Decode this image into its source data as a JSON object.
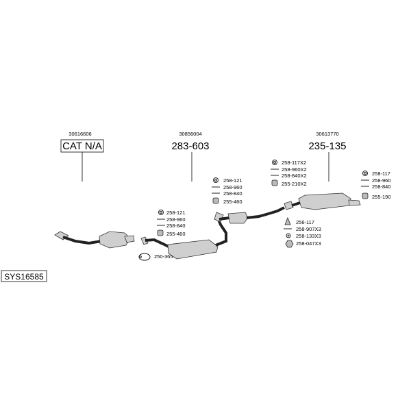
{
  "diagram": {
    "system_id": "SYS16585",
    "sections": [
      {
        "oe_number": "30616606",
        "part_number": "CAT N/A"
      },
      {
        "oe_number": "30856004",
        "part_number": "283-603"
      },
      {
        "oe_number": "30613770",
        "part_number": "235-135"
      }
    ],
    "hardware": {
      "group_a": [
        "258-121",
        "258-960",
        "258-840",
        "255-460"
      ],
      "clamp": "250-365",
      "group_b": [
        "258-121",
        "258-960",
        "258-840",
        "255-460"
      ],
      "group_c": [
        "258-117X2",
        "258-960X2",
        "258-840X2",
        "255-210X2"
      ],
      "group_d": [
        "256-117",
        "258-907X3",
        "258-133X3",
        "258-047X3"
      ],
      "group_e": [
        "258-117",
        "258-960",
        "258-840",
        "255-190"
      ]
    }
  }
}
